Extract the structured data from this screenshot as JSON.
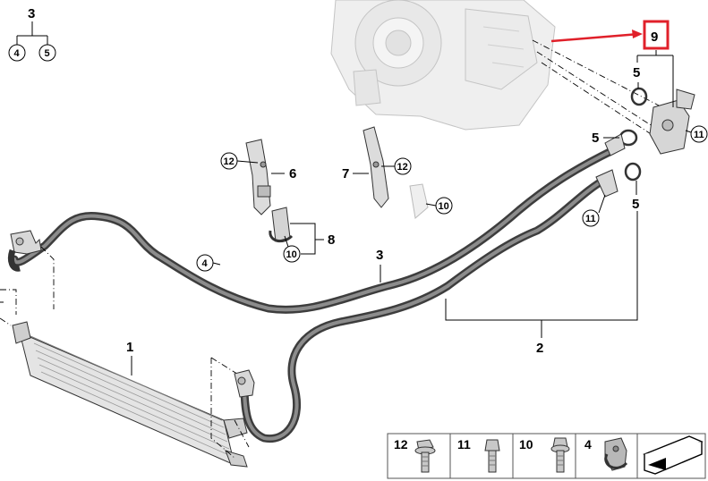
{
  "callouts": {
    "c1": "1",
    "c2": "2",
    "c3": "3",
    "c3_top": "3",
    "c4_circ_top": "4",
    "c5_circ_top": "5",
    "c4_circ_hose": "4",
    "c5_a": "5",
    "c5_b": "5",
    "c5_c": "5",
    "c6": "6",
    "c7": "7",
    "c8": "8",
    "c9": "9",
    "c10_a": "10",
    "c10_b": "10",
    "c11_a": "11",
    "c11_b": "11",
    "c12_a": "12",
    "c12_b": "12"
  },
  "legend": {
    "items": [
      {
        "number": "12",
        "icon": "bolt-flange-icon"
      },
      {
        "number": "11",
        "icon": "bolt-icon"
      },
      {
        "number": "10",
        "icon": "bolt-collar-icon"
      },
      {
        "number": "4",
        "icon": "clip-icon"
      }
    ],
    "arrow_icon": "reference-arrow-icon"
  },
  "colors": {
    "highlight": "#e0202a",
    "hose": "#3d3d3d",
    "ghost": "#c8c8c8"
  }
}
